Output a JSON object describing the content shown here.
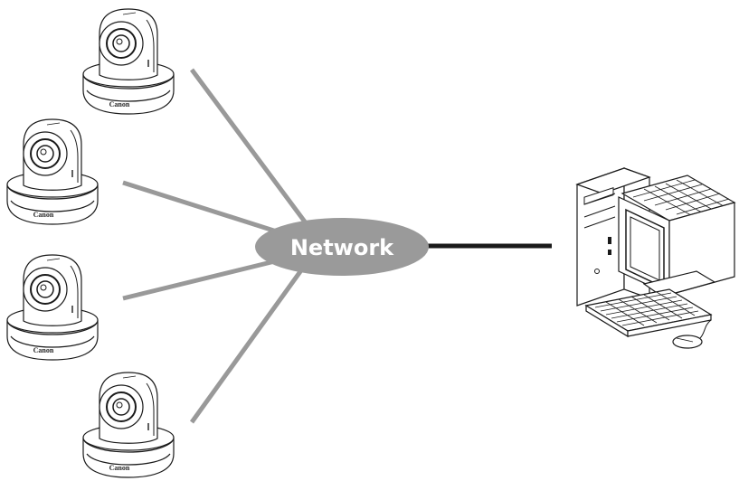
{
  "diagram": {
    "hub_label": "Network",
    "camera_brand": "Canon",
    "colors": {
      "link_to_cameras": "#999999",
      "link_to_pc": "#1a1a1a",
      "hub_fill": "#9a9a9a",
      "hub_text": "#ffffff"
    },
    "nodes": [
      {
        "id": "camera-1",
        "type": "camera",
        "icon": "ptz-camera-icon"
      },
      {
        "id": "camera-2",
        "type": "camera",
        "icon": "ptz-camera-icon"
      },
      {
        "id": "camera-3",
        "type": "camera",
        "icon": "ptz-camera-icon"
      },
      {
        "id": "camera-4",
        "type": "camera",
        "icon": "ptz-camera-icon"
      },
      {
        "id": "pc",
        "type": "computer",
        "icon": "desktop-computer-icon"
      }
    ]
  }
}
